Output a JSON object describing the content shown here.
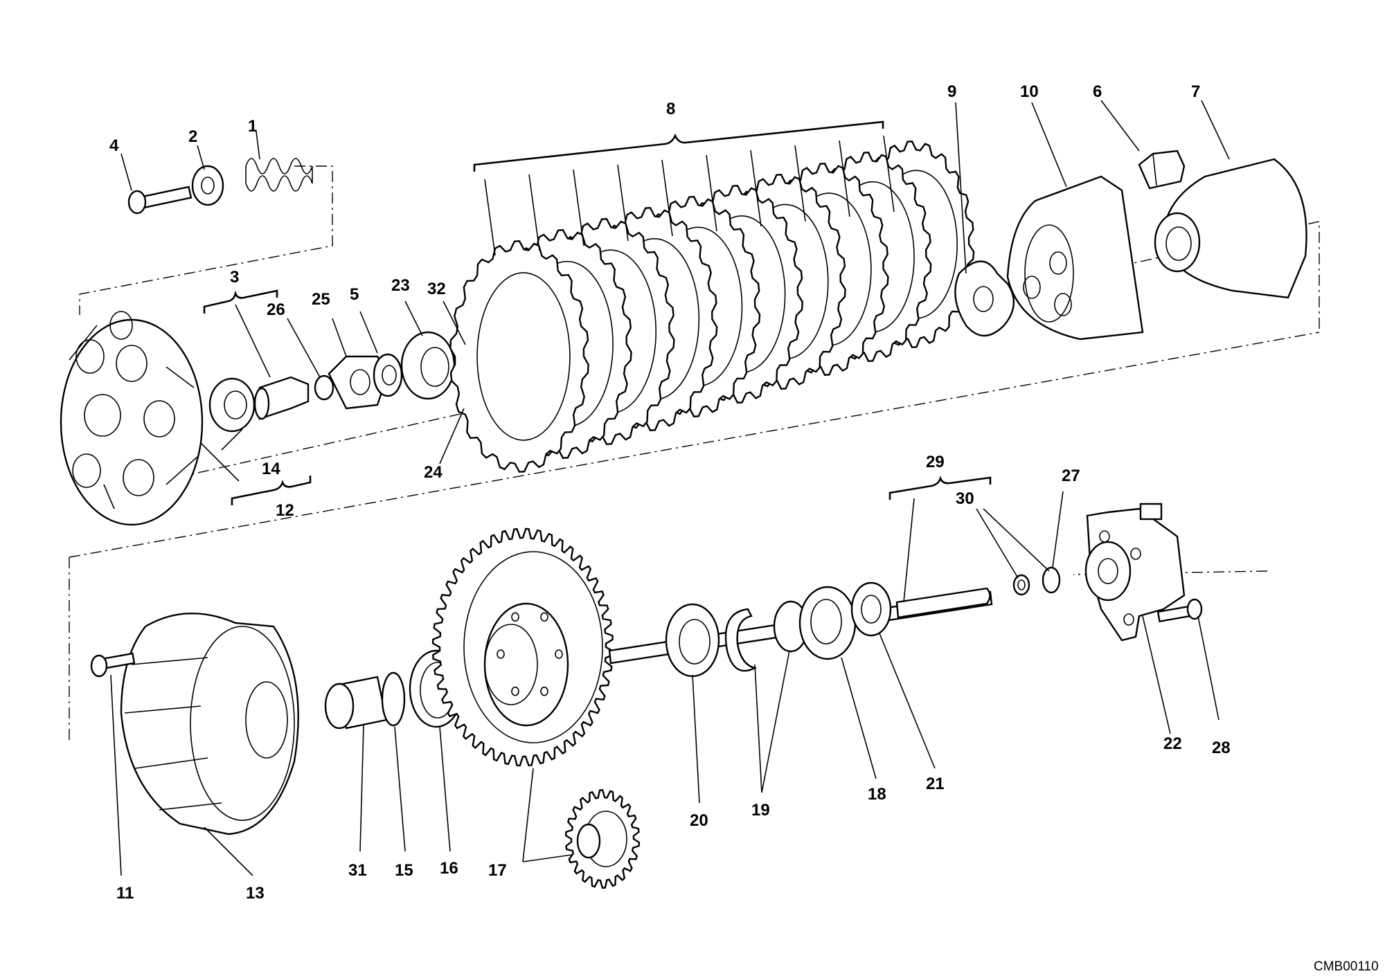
{
  "diagram": {
    "drawing_code": "CMB00110",
    "callouts": [
      "1",
      "2",
      "3",
      "4",
      "5",
      "6",
      "7",
      "8",
      "9",
      "10",
      "11",
      "12",
      "13",
      "14",
      "15",
      "16",
      "17",
      "18",
      "19",
      "20",
      "21",
      "22",
      "23",
      "24",
      "25",
      "26",
      "27",
      "28",
      "29",
      "30",
      "31",
      "32"
    ]
  }
}
